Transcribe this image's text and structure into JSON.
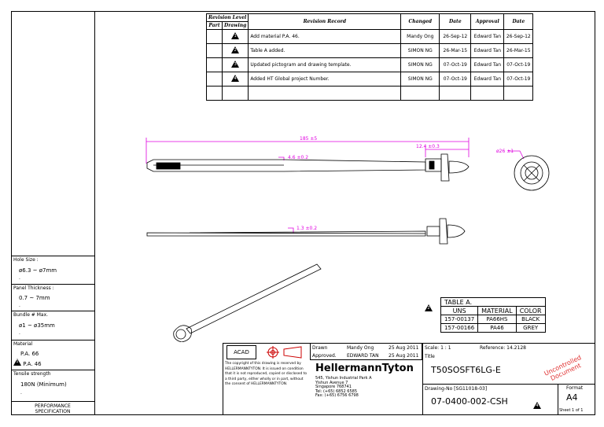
{
  "revision_table": {
    "header_level": "Revision Level",
    "header_part": "Part",
    "header_drawing": "Drawing",
    "header_record": "Revision Record",
    "header_changed": "Changed",
    "header_date": "Date",
    "header_approval": "Approval",
    "header_date2": "Date",
    "rows": [
      {
        "level": "1",
        "record": "Add material P.A. 46.",
        "changed": "Mandy Ong",
        "date": "26-Sep-12",
        "approval": "Edward Tan",
        "date2": "26-Sep-12"
      },
      {
        "level": "2",
        "record": "Table A added.",
        "changed": "SIMON NG",
        "date": "26-Mar-15",
        "approval": "Edward Tan",
        "date2": "26-Mar-15"
      },
      {
        "level": "3",
        "record": "Updated pictogram and drawing template.",
        "changed": "SIMON NG",
        "date": "07-Oct-19",
        "approval": "Edward Tan",
        "date2": "07-Oct-19"
      },
      {
        "level": "4",
        "record": "Added HT Global project Number.",
        "changed": "SIMON NG",
        "date": "07-Oct-19",
        "approval": "Edward Tan",
        "date2": "07-Oct-19"
      }
    ]
  },
  "dims": {
    "length": "185 ±5",
    "head": "12.4 ±0.3",
    "width": "4.6 ±0.2",
    "thick": "1.3 ±0.2",
    "dia": "ø26 ±1"
  },
  "side": {
    "hole_label": "Hole Size :",
    "hole_value": "ø6.3 ~ ø7mm",
    "panel_label": "Panel Thickness :",
    "panel_value": "0.7 ~ 7mm",
    "bundle_label": "Bundle # Max.",
    "bundle_value": "ø1 ~ ø35mm",
    "material_label": "Material",
    "material_1": "P.A. 66",
    "material_2": "P.A. 46",
    "material_2_rev": "1",
    "tensile_label": "Tensile strength",
    "tensile_value": "180N (Minimum)",
    "perf_label": "PERFORMANCE\nSPECIFICATION",
    "dot": "."
  },
  "table_a": {
    "rev": "2",
    "title": "TABLE A.",
    "headers": [
      "UNS",
      "MATERIAL",
      "COLOR"
    ],
    "rows": [
      [
        "157-00137",
        "PA66HS",
        "BLACK"
      ],
      [
        "157-00166",
        "PA46",
        "GREY"
      ]
    ]
  },
  "title_block": {
    "acad": "ACAD",
    "drawn_label": "Drawn",
    "drawn_name": "Mandy Ong",
    "drawn_date": "25 Aug 2011",
    "approved_label": "Approved.",
    "approved_name": "EDWARD TAN",
    "approved_date": "25 Aug 2011",
    "scale": "Scale: 1 : 1",
    "reference": "Reference: 14.2128",
    "title_label": "Title",
    "title": "T50SOSFT6LG-E",
    "copyright": "The copyright of this drawing is reserved by HELLERMANNTYTON. It is issued on condition that it is not reproduced, copied or disclosed to a third party, either wholly or in part, without the consent of HELLERMANNTYTON.",
    "company": "HellermannTyton",
    "address": "545, Yishun Industrial Park A\nYishun Avenue 7\nSingapore 768741\nTel: (+65) 6852 6585\nFax: (+65) 6756 6798",
    "drawing_no_label": "Drawing-No [SG11018-03]",
    "drawing_no": "07-0400-002-CSH",
    "drawing_rev": "4",
    "format_label": "Format",
    "format": "A4",
    "sheet": "Sheet 1 of 1",
    "stamp": "Uncontrolled\nDocument"
  },
  "colors": {
    "dimension": "#e000e0",
    "stamp": "#e03030"
  }
}
